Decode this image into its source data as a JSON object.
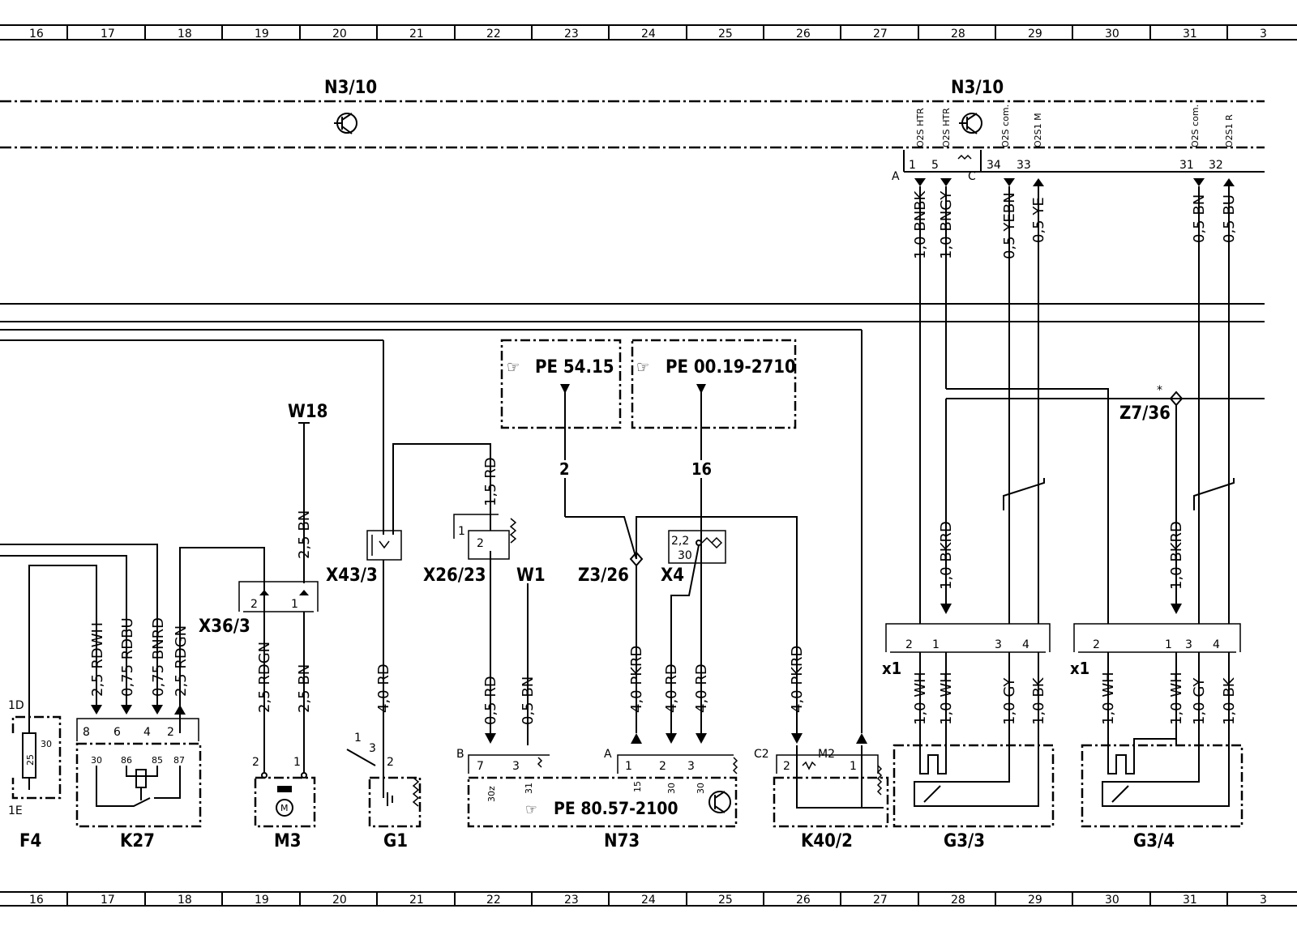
{
  "grid": {
    "columns": [
      "16",
      "17",
      "18",
      "19",
      "20",
      "21",
      "22",
      "23",
      "24",
      "25",
      "26",
      "27",
      "28",
      "29",
      "30",
      "31",
      "3"
    ]
  },
  "header": {
    "module_left": "N3/10",
    "module_right": "N3/10"
  },
  "references": {
    "ref_a": "PE 54.15",
    "ref_b": "PE 00.19-2710",
    "ref_c": "PE 80.57-2100",
    "ref_a_wire": "2",
    "ref_b_wire": "16"
  },
  "connectors": {
    "pinA": "A",
    "pin1": "1",
    "pin5": "5",
    "pinC": "C",
    "pin34": "34",
    "pin33": "33",
    "pin31": "31",
    "pin32": "32",
    "o2s_htr_a": "O2S HTR",
    "o2s_htr_b": "O2S HTR",
    "o2s_com_a": "O2S com.",
    "o2s1_m": "O2S1 M",
    "o2s_com_b": "O2S com.",
    "o2s1_r": "O2S1 R"
  },
  "wires": {
    "w1": "1,0 BNBK",
    "w2": "1,0 BNGY",
    "w3": "0,5 YEBN",
    "w4": "0,5 YE",
    "w5": "0,5 BN",
    "w6": "0,5 BU",
    "w_rd15": "1,5 RD",
    "w_bn25_top": "2,5 BN",
    "w_bkrd_a": "1,0 BKRD",
    "w_bkrd_b": "1,0 BKRD",
    "w_rdwh": "2,5 RDWH",
    "w_rdbu": "0,75 RDBU",
    "w_bnrd": "0,75 BNRD",
    "w_rdgn": "2,5 RDGN",
    "w_rdgn_m3": "2,5 RDGN",
    "w_bn_m3": "2,5 BN",
    "w_rd40_g1": "4,0 RD",
    "w_rd05": "0,5 RD",
    "w_bn05": "0,5 BN",
    "w_pkrd_a": "4,0 PKRD",
    "w_rd40_a": "4,0 RD",
    "w_rd40_b": "4,0 RD",
    "w_pkrd_b": "4,0 PKRD",
    "g33_a": "1,0 WH",
    "g33_b": "1,0 WH",
    "g33_c": "1,0 GY",
    "g33_d": "1,0 BK",
    "g34_a": "1,0 WH",
    "g34_b": "1,0 WH",
    "g34_c": "1,0 GY",
    "g34_d": "1,0 BK"
  },
  "components": {
    "W18": "W18",
    "X43_3": "X43/3",
    "X26_23": "X26/23",
    "W1": "W1",
    "Z3_26": "Z3/26",
    "X4": "X4",
    "Z7_36": "Z7/36",
    "star": "*",
    "X36_3": "X36/3",
    "x1_a": "x1",
    "x1_b": "x1",
    "F4": "F4",
    "K27": "K27",
    "M3": "M3",
    "G1": "G1",
    "N73": "N73",
    "K40_2": "K40/2",
    "G3_3": "G3/3",
    "G3_4": "G3/4",
    "f4_1D": "1D",
    "f4_1E": "1E",
    "f4_25": "25",
    "f4_30": "30",
    "k27_8": "8",
    "k27_6": "6",
    "k27_4": "4",
    "k27_2": "2",
    "k27_30": "30",
    "k27_86": "86",
    "k27_85": "85",
    "k27_87": "87",
    "x36_2": "2",
    "x36_1": "1",
    "m3_2": "2",
    "m3_1": "1",
    "m3_M": "M",
    "g1_1": "1",
    "g1_3": "3",
    "g1_2": "2",
    "x26_1": "1",
    "x26_2": "2",
    "x4_22": "2,2",
    "x4_30": "30",
    "n73_B": "B",
    "n73_7": "7",
    "n73_3": "3",
    "n73_30z": "30z",
    "n73_31": "31",
    "n73_A": "A",
    "n73_1": "1",
    "n73_2": "2",
    "n73_3b": "3",
    "n73_15": "15",
    "n73_30a": "30",
    "n73_30b": "30",
    "k40_C2": "C2",
    "k40_M2": "M2",
    "k40_2": "2",
    "k40_1": "1",
    "g33_p2": "2",
    "g33_p1": "1",
    "g33_p3": "3",
    "g33_p4": "4",
    "g34_p2": "2",
    "g34_p1": "1",
    "g34_p3": "3",
    "g34_p4": "4"
  }
}
